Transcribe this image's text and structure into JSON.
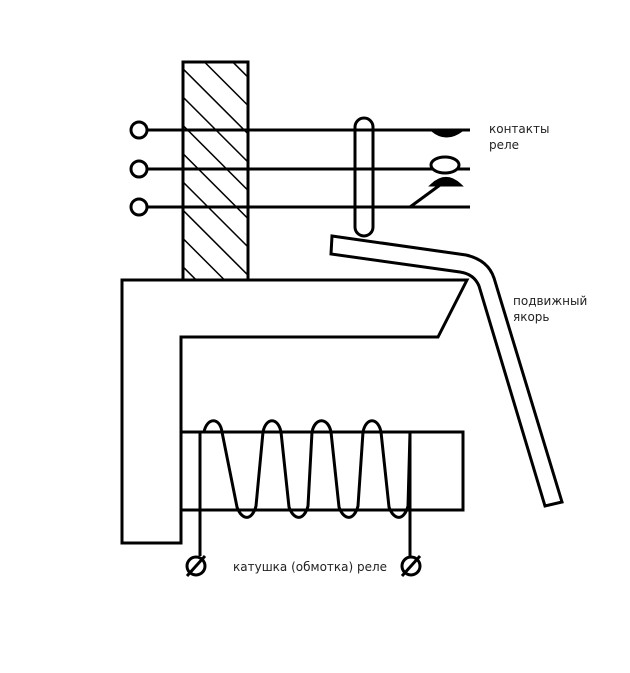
{
  "labels": {
    "contacts_line1": "контакты",
    "contacts_line2": "реле",
    "armature_line1": "подвижный",
    "armature_line2": "якорь",
    "coil": "катушка (обмотка) реле"
  },
  "colors": {
    "stroke": "#000000",
    "background": "#ffffff",
    "text": "#222222"
  }
}
